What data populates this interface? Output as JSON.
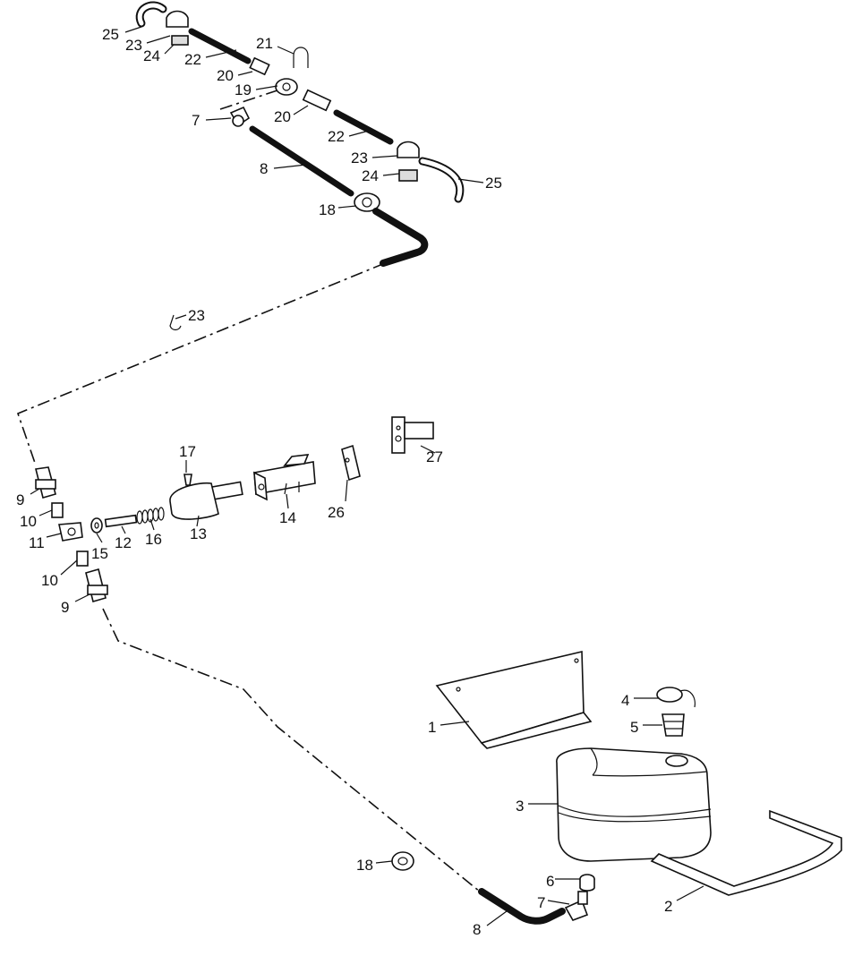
{
  "callouts": {
    "c1": "1",
    "c2": "2",
    "c3": "3",
    "c4": "4",
    "c5": "5",
    "c6": "6",
    "c7a": "7",
    "c7b": "7",
    "c8a": "8",
    "c8b": "8",
    "c9a": "9",
    "c9b": "9",
    "c10a": "10",
    "c10b": "10",
    "c11": "11",
    "c12": "12",
    "c13": "13",
    "c14": "14",
    "c15": "15",
    "c16": "16",
    "c17": "17",
    "c18a": "18",
    "c18b": "18",
    "c19": "19",
    "c20a": "20",
    "c20b": "20",
    "c21": "21",
    "c22a": "22",
    "c22b": "22",
    "c23a": "23",
    "c23b": "23",
    "c23c": "23",
    "c24a": "24",
    "c24b": "24",
    "c25a": "25",
    "c25b": "25",
    "c26": "26",
    "c27": "27"
  }
}
